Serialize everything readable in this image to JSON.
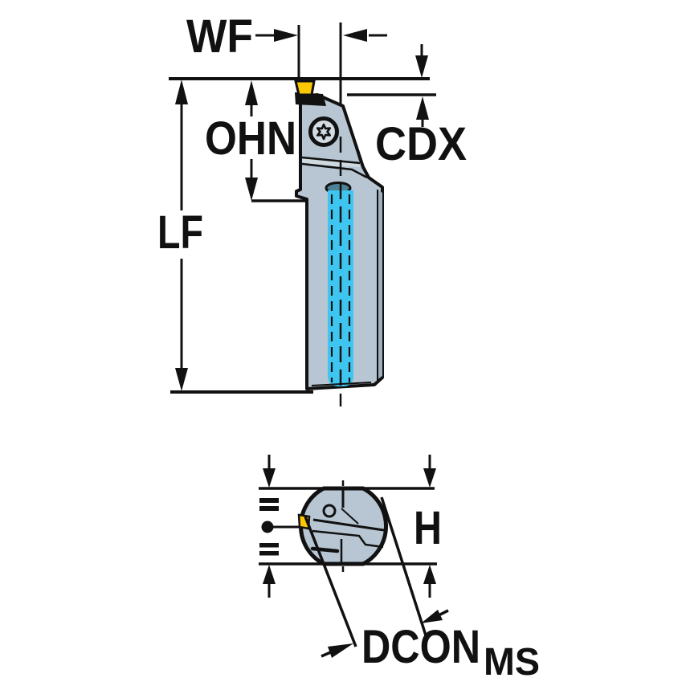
{
  "diagram": {
    "type": "tool-dimension-drawing",
    "views": {
      "side_view": "tool side view with insert, clamp screw and coolant channel",
      "end_view": "shank end view with flats"
    },
    "labels": {
      "wf": "WF",
      "ohn": "OHN",
      "cdx": "CDX",
      "lf": "LF",
      "h": "H",
      "dcon": "DCON",
      "dcon_subscript": "MS"
    }
  },
  "colors": {
    "background": "#ffffff",
    "outline": "#111111",
    "body_fill": "#b7c6d2",
    "body_light": "#cfd9e0",
    "body_shade": "#9cb0bf",
    "insert_yellow": "#fcc804",
    "coolant_cyan": "#3fc6f0",
    "bore_fill": "#4e8196",
    "screw_face": "#d3dce2"
  }
}
